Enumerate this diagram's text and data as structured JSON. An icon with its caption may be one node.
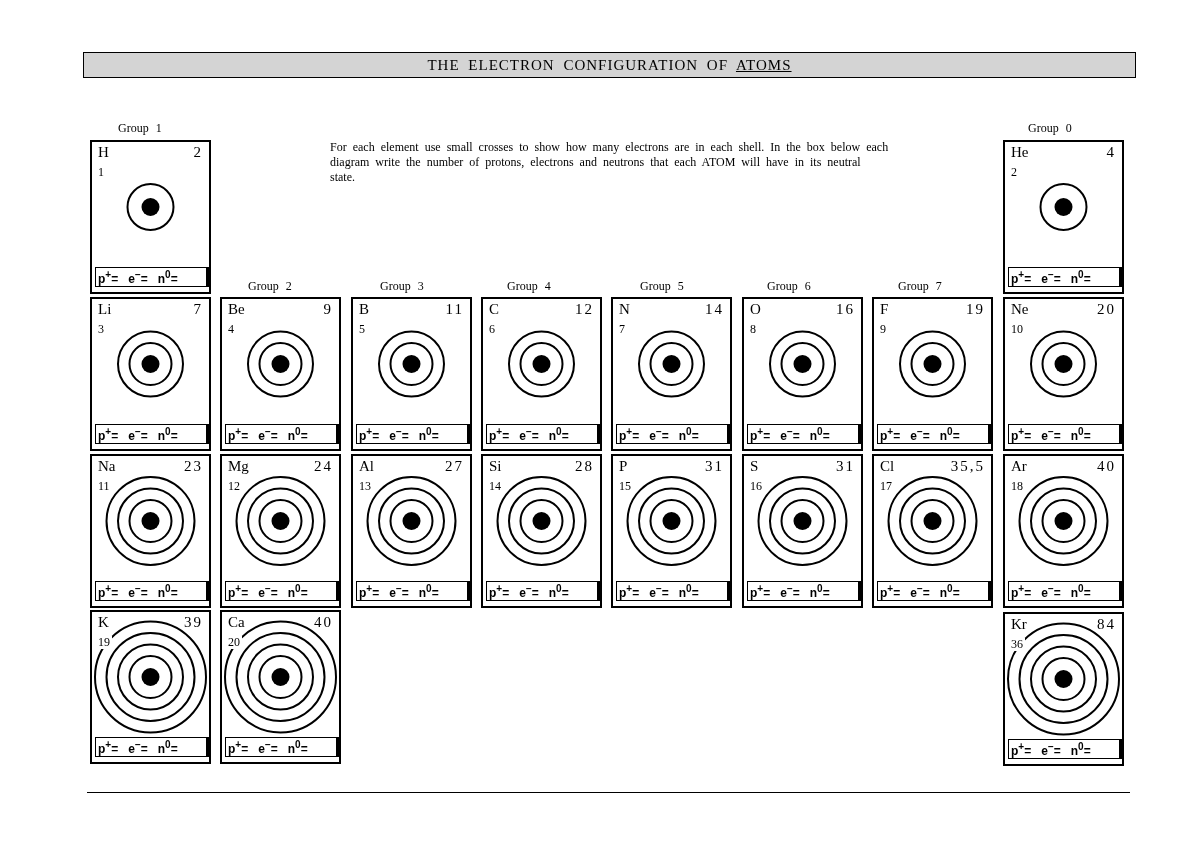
{
  "diagram": {
    "title": "THE ELECTRON CONFIGURATION OF ATOMS",
    "nodes": [
      {
        "text": [
          "H",
          "2",
          "1"
        ]
      },
      {
        "text": [
          "p$^{+}$=",
          "e$^{−}$=",
          "n$^{0}$="
        ],
        "in": 0
      },
      {
        "text": [
          "He",
          "4",
          "2"
        ]
      },
      {
        "text": [
          "p$^{+}$=",
          "e$^{−}$=",
          "n$^{0}$="
        ],
        "in": 2
      },
      {
        "text": [
          "Li",
          "7",
          "3"
        ]
      },
      {
        "text": [
          "p$^{+}$=",
          "e$^{−}$=",
          "n$^{0}$="
        ],
        "in": 4
      },
      {
        "text": [
          "Be",
          "9",
          "4"
        ]
      },
      {
        "text": [
          "p$^{+}$=",
          "e$^{−}$=",
          "n$^{0}$="
        ],
        "in": 6
      },
      {
        "text": [
          "B",
          "11",
          "5"
        ]
      },
      {
        "text": [
          "p$^{+}$=",
          "e$^{−}$=",
          "n$^{0}$="
        ],
        "in": 8
      },
      {
        "text": [
          "C",
          "12",
          "6"
        ]
      },
      {
        "text": [
          "p$^{+}$=",
          "e$^{−}$=",
          "n$^{0}$="
        ],
        "in": 10
      },
      {
        "text": [
          "N",
          "14",
          "7"
        ]
      },
      {
        "text": [
          "p$^{+}$=",
          "e$^{−}$=",
          "n$^{0}$="
        ],
        "in": 12
      },
      {
        "text": [
          "O",
          "16",
          "8"
        ]
      },
      {
        "text": [
          "p$^{+}$=",
          "e$^{−}$=",
          "n$^{0}$="
        ],
        "in": 14
      },
      {
        "text": [
          "F",
          "19",
          "9"
        ]
      },
      {
        "text": [
          "p$^{+}$=",
          "e$^{−}$=",
          "n$^{0}$="
        ],
        "in": 16
      },
      {
        "text": [
          "Ne",
          "20",
          "10"
        ]
      },
      {
        "text": [
          "p$^{+}$=",
          "e$^{−}$=",
          "n$^{0}$="
        ],
        "in": 18
      },
      {
        "text": [
          "Na",
          "23",
          "11"
        ]
      },
      {
        "text": [
          "p$^{+}$=",
          "e$^{−}$=",
          "n$^{0}$="
        ],
        "in": 20
      },
      {
        "text": [
          "Mg",
          "24",
          "12"
        ]
      },
      {
        "text": [
          "p$^{+}$=",
          "e$^{−}$=",
          "n$^{0}$="
        ],
        "in": 22
      },
      {
        "text": [
          "Al",
          "27",
          "13"
        ]
      },
      {
        "text": [
          "p$^{+}$=",
          "e$^{−}$=",
          "n$^{0}$="
        ],
        "in": 24
      },
      {
        "text": [
          "Si",
          "28",
          "14"
        ]
      },
      {
        "text": [
          "p$^{+}$=",
          "e$^{−}$=",
          "n$^{0}$="
        ],
        "in": 26
      },
      {
        "text": [
          "P",
          "31",
          "15"
        ]
      },
      {
        "text": [
          "p$^{+}$=",
          "e$^{−}$=",
          "n$^{0}$="
        ],
        "in": 28
      },
      {
        "text": [
          "S",
          "31",
          "16"
        ]
      },
      {
        "text": [
          "p$^{+}$=",
          "e$^{−}$=",
          "n$^{0}$="
        ],
        "in": 30
      },
      {
        "text": [
          "Cl",
          "35,5",
          "17"
        ]
      },
      {
        "text": [
          "p$^{+}$=",
          "e$^{−}$=",
          "n$^{0}$="
        ],
        "in": 32
      },
      {
        "text": [
          "Ar",
          "40",
          "18"
        ]
      },
      {
        "text": [
          "p$^{+}$=",
          "e$^{−}$=",
          "n$^{0}$="
        ],
        "in": 34
      },
      {
        "text": [
          "K",
          "39",
          "19"
        ]
      },
      {
        "text": [
          "p$^{+}$=",
          "e$^{−}$=",
          "n$^{0}$="
        ],
        "in": 36
      },
      {
        "text": [
          "Ca",
          "40",
          "20"
        ]
      },
      {
        "text": [
          "p$^{+}$=",
          "e$^{−}$=",
          "n$^{0}$="
        ],
        "in": 38
      },
      {
        "text": [
          "Kr",
          "84",
          "36"
        ]
      },
      {
        "text": [
          "p$^{+}$=",
          "e$^{−}$=",
          "n$^{0}$="
        ],
        "in": 40
      }
    ],
    "labels": [
      "Group 1",
      "Group 0",
      "For each element use small crosses to show how many electrons are in each shell. In the box below each diagram write the number of protons, electrons and neutrons that each ATOM will have in its neutral state.",
      "Group 2",
      "Group 3",
      "Group 4",
      "Group 5",
      "Group 6",
      "Group 7"
    ]
  }
}
